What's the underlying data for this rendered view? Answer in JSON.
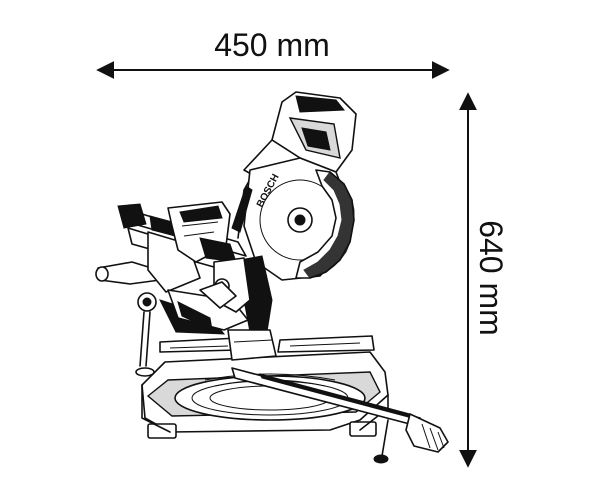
{
  "dimensions": {
    "width_label": "450 mm",
    "height_label": "640 mm"
  },
  "tool": {
    "brand_text": "BOSCH"
  }
}
